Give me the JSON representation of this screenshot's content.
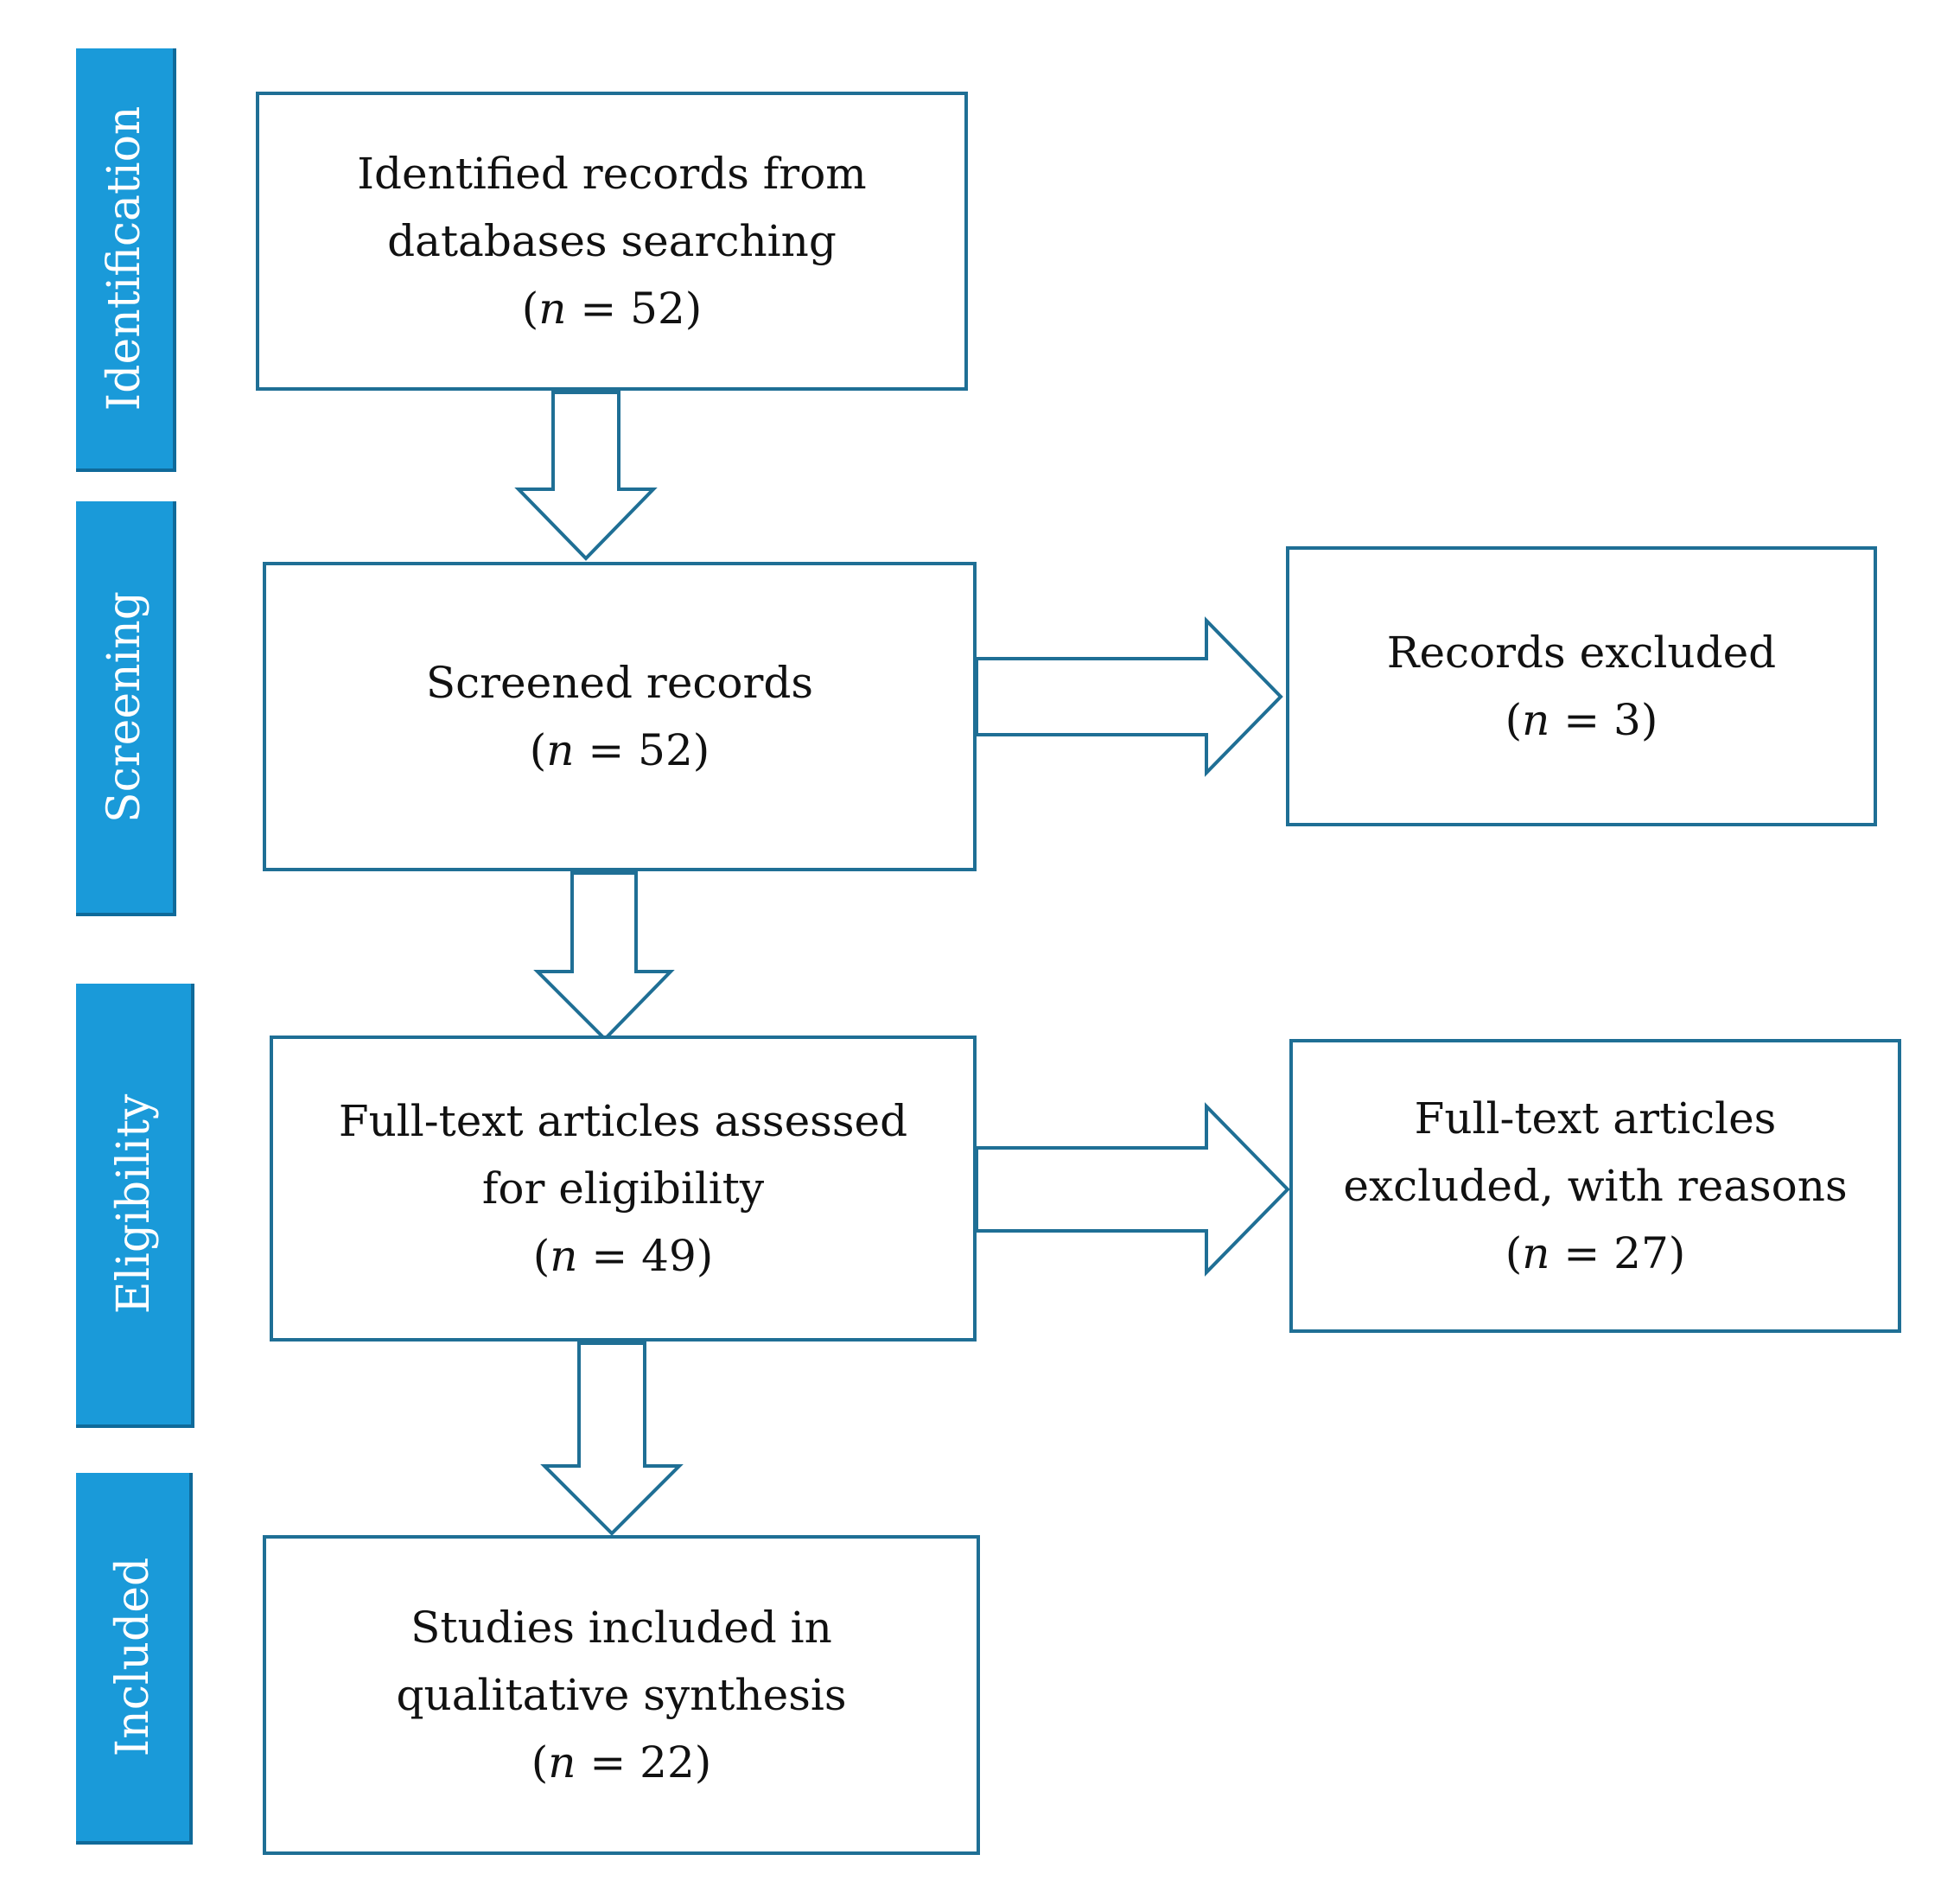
{
  "colors": {
    "stage_bar_fill": "#1a9ad9",
    "stage_bar_border": "#0f6a9a",
    "box_border": "#1f6f95",
    "arrow_stroke": "#1f6f95",
    "text": "#111111"
  },
  "stages": [
    {
      "label": "Identification"
    },
    {
      "label": "Screening"
    },
    {
      "label": "Eligibility"
    },
    {
      "label": "Included"
    }
  ],
  "count_symbol": "n",
  "boxes": {
    "identified": {
      "lines": [
        "Identified records from",
        "databases searching"
      ],
      "count": "= 52"
    },
    "screened": {
      "lines": [
        "Screened records"
      ],
      "count": "= 52"
    },
    "records_excluded": {
      "lines": [
        "Records excluded"
      ],
      "count": "= 3"
    },
    "full_text_assessed": {
      "lines": [
        "Full-text articles assessed",
        "for eligibility"
      ],
      "count": "= 49"
    },
    "full_text_excluded": {
      "lines": [
        "Full-text articles",
        "excluded, with reasons"
      ],
      "count": "= 27"
    },
    "included": {
      "lines": [
        "Studies included in",
        "qualitative synthesis"
      ],
      "count": "= 22"
    }
  },
  "flows": [
    {
      "from": "identified",
      "to": "screened",
      "direction": "down"
    },
    {
      "from": "screened",
      "to": "full_text_assessed",
      "direction": "down"
    },
    {
      "from": "full_text_assessed",
      "to": "included",
      "direction": "down"
    },
    {
      "from": "screened",
      "to": "records_excluded",
      "direction": "right"
    },
    {
      "from": "full_text_assessed",
      "to": "full_text_excluded",
      "direction": "right"
    }
  ]
}
